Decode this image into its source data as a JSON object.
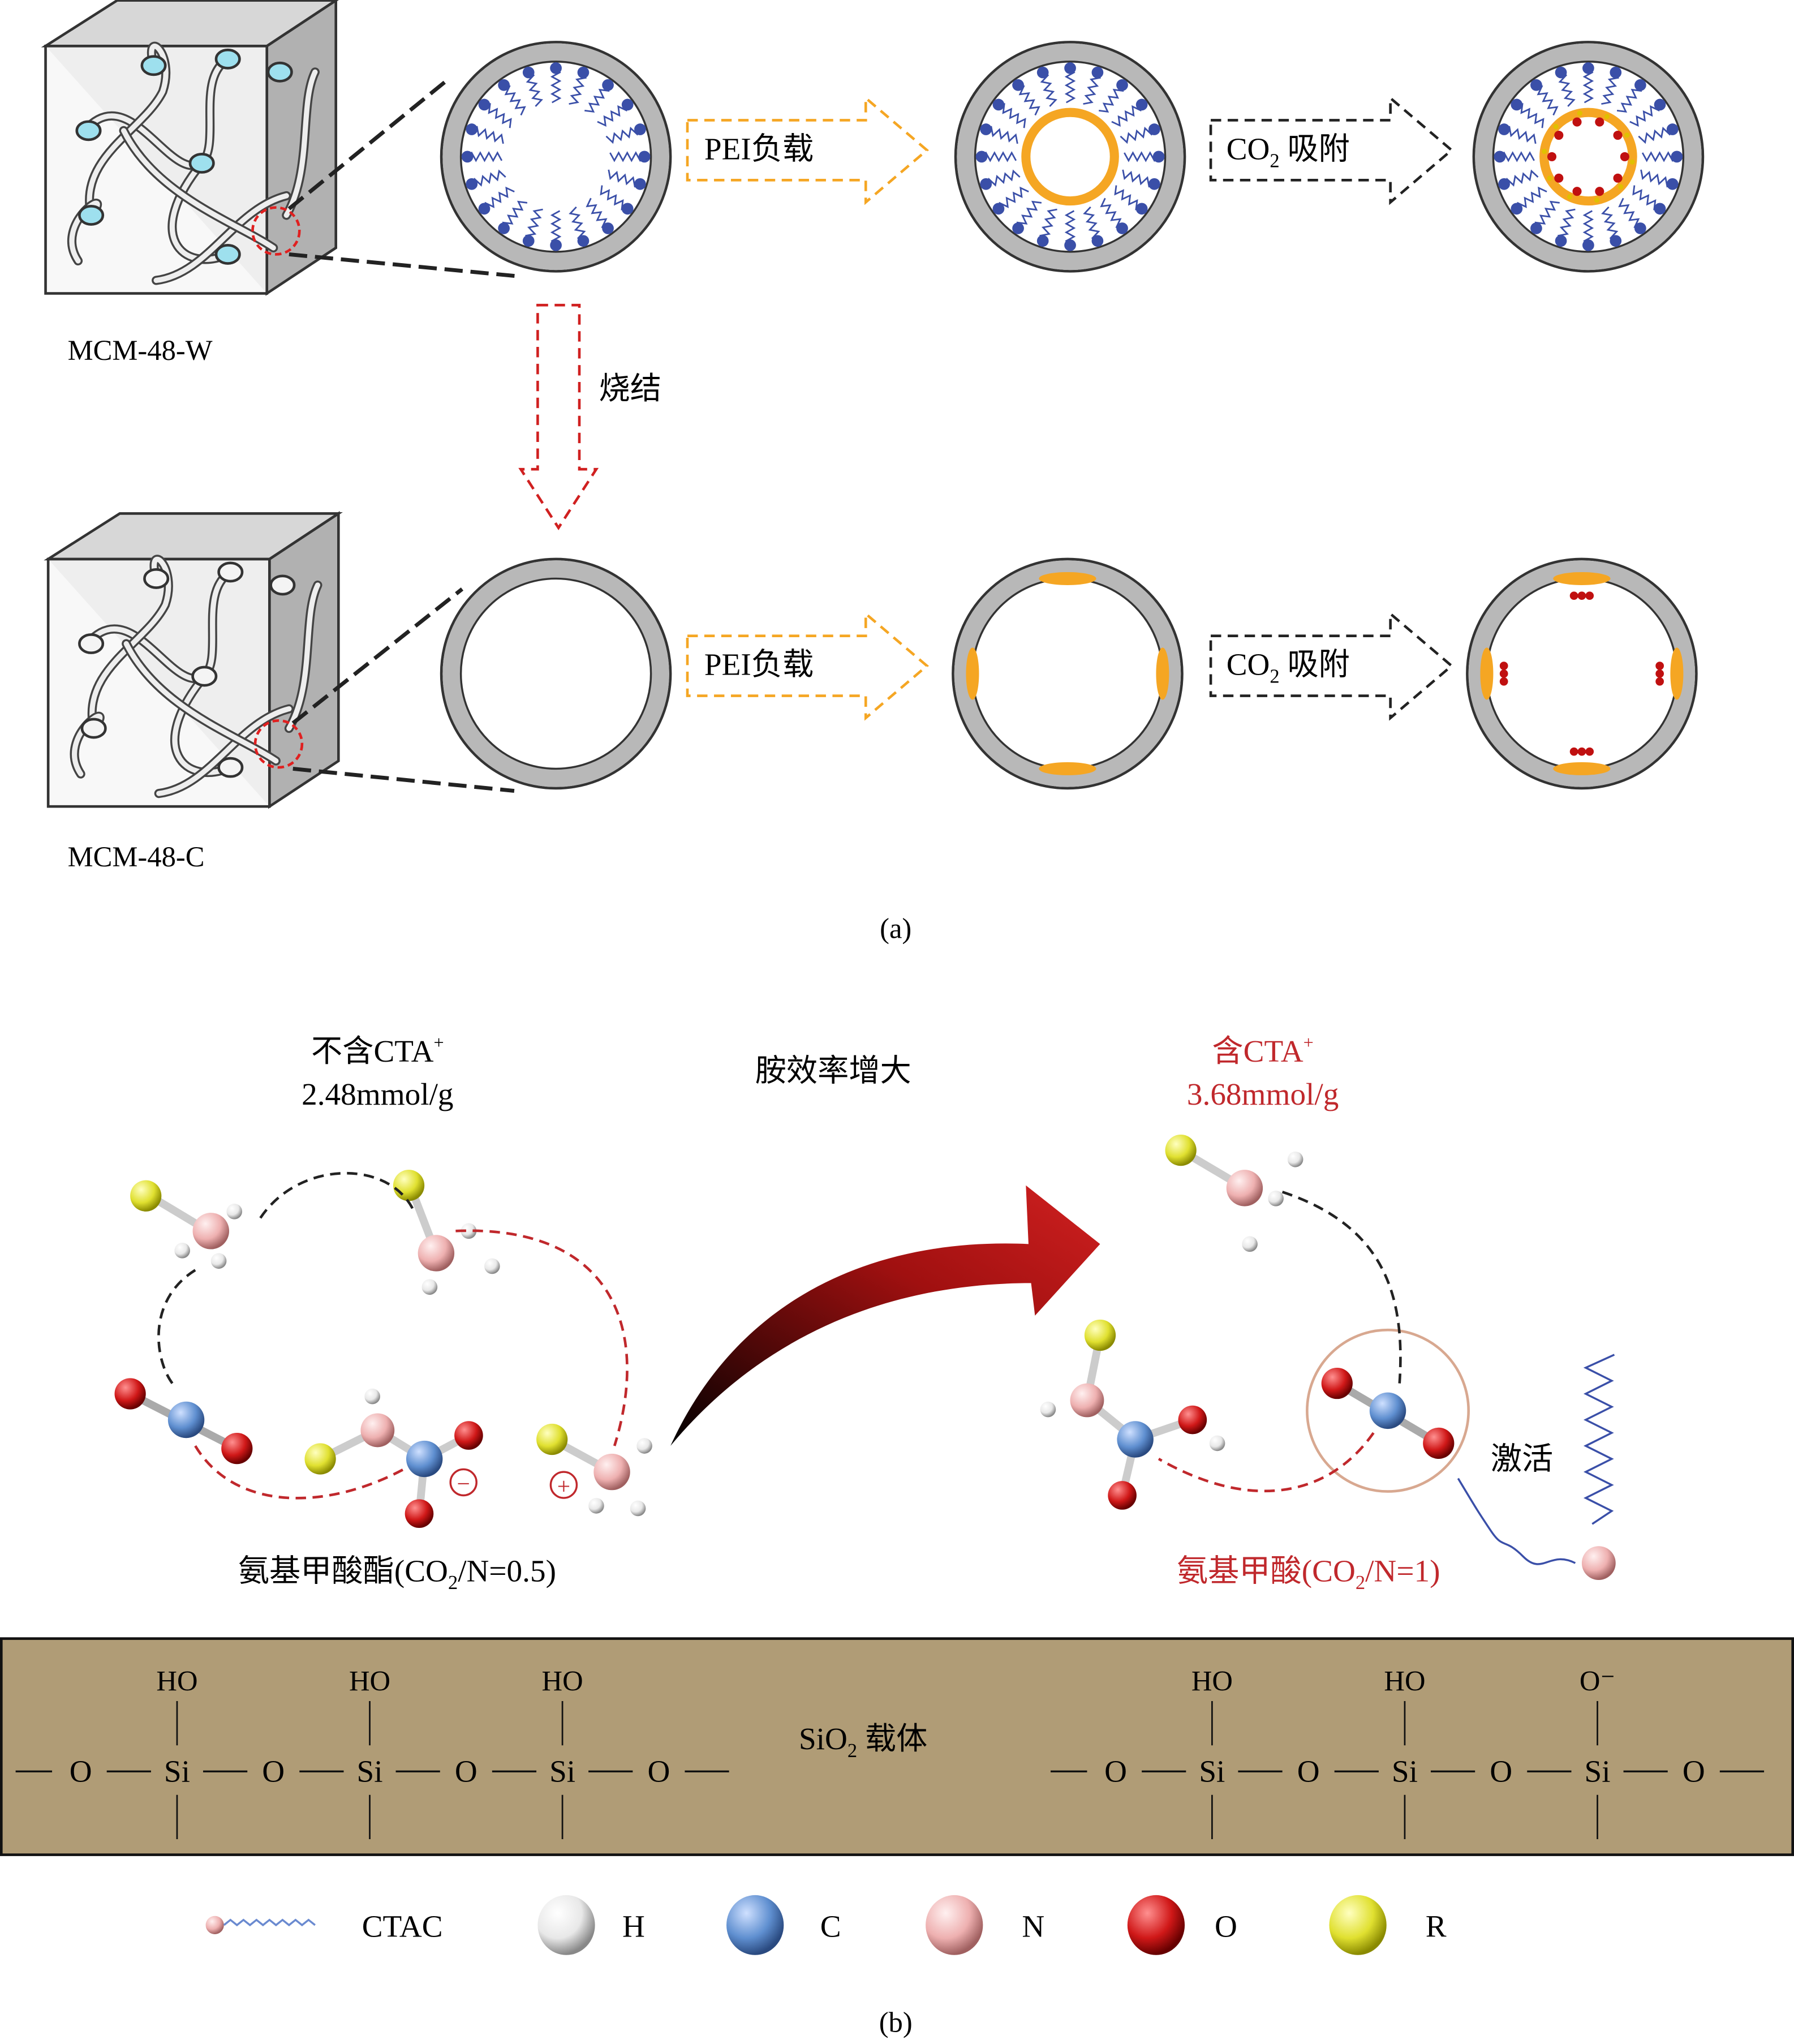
{
  "panel_a": {
    "caption": "(a)",
    "sample_top": "MCM-48-W",
    "sample_bottom": "MCM-48-C",
    "step_pei": "PEI负载",
    "step_co2": {
      "pre": "CO",
      "sub": "2",
      "post": " 吸附"
    },
    "step_sinter": "烧结"
  },
  "panel_b": {
    "caption": "(b)",
    "left_label": {
      "text": "不含CTA",
      "sup": "+",
      "value": "2.48mmol/g"
    },
    "middle_label": "胺效率增大",
    "right_label": {
      "text": "含CTA",
      "sup": "+",
      "value": "3.68mmol/g"
    },
    "left_product": {
      "pre": "氨基甲酸酯(CO",
      "sub": "2",
      "post": "/N=0.5)"
    },
    "right_product": {
      "pre": "氨基甲酸(CO",
      "sub": "2",
      "post": "/N=1)"
    },
    "activation": "激活",
    "minus_sign": "−",
    "plus_sign": "+",
    "support": {
      "pre": "SiO",
      "sub": "2",
      "post": " 载体"
    },
    "support_left": {
      "top": [
        "HO",
        "HO",
        "HO"
      ],
      "si": "Si",
      "o": "O"
    },
    "support_right": {
      "top": [
        "HO",
        "HO",
        "O⁻"
      ],
      "si": "Si",
      "o": "O"
    },
    "legend": [
      {
        "label": "CTAC",
        "color": "#c9a0a0"
      },
      {
        "label": "H",
        "color": "#ffffff"
      },
      {
        "label": "C",
        "color": "#5f8fd0"
      },
      {
        "label": "N",
        "color": "#f0b0b0"
      },
      {
        "label": "O",
        "color": "#d01818"
      },
      {
        "label": "R",
        "color": "#e8e830"
      }
    ]
  },
  "colors": {
    "pei": "#f5a623",
    "silica": "#b8b8b8",
    "support": "#b09c76",
    "red": "#c0282c",
    "amine": "#3a4fa8"
  }
}
